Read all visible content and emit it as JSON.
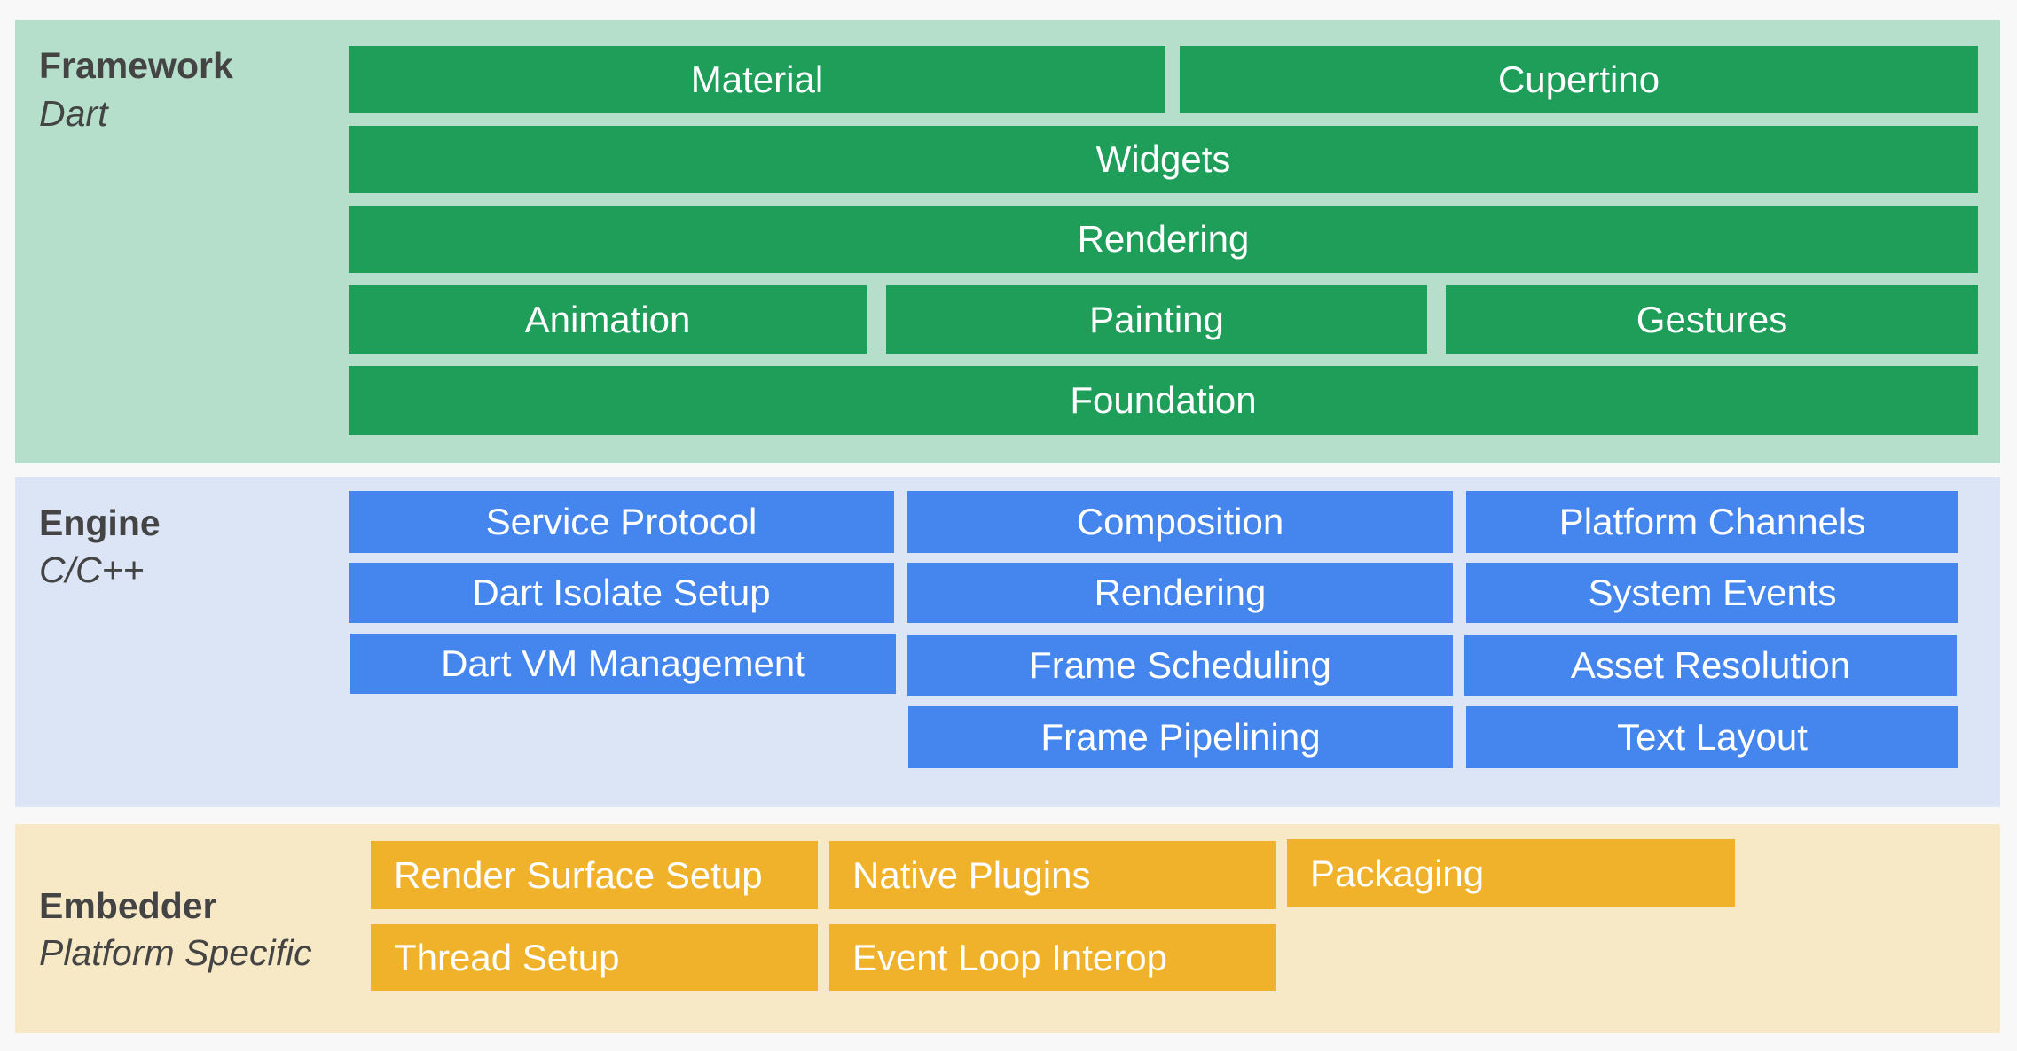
{
  "colors": {
    "framework_bg": "#b5dfca",
    "framework_box": "#1f9e5a",
    "engine_bg": "#dbe5f6",
    "engine_box": "#4486ee",
    "embedder_bg": "#f8e9c6",
    "embedder_box": "#f0b22a",
    "label_text": "#444444",
    "box_text": "#ffffff"
  },
  "framework": {
    "title": "Framework",
    "subtitle": "Dart",
    "boxes": [
      "Material",
      "Cupertino",
      "Widgets",
      "Rendering",
      "Animation",
      "Painting",
      "Gestures",
      "Foundation"
    ]
  },
  "engine": {
    "title": "Engine",
    "subtitle": "C/C++",
    "boxes": [
      "Service Protocol",
      "Composition",
      "Platform Channels",
      "Dart Isolate Setup",
      "Rendering",
      "System Events",
      "Dart VM Management",
      "Frame Scheduling",
      "Asset Resolution",
      "Frame Pipelining",
      "Text Layout"
    ]
  },
  "embedder": {
    "title": "Embedder",
    "subtitle": "Platform Specific",
    "boxes": [
      "Render Surface Setup",
      "Native Plugins",
      "Packaging",
      "Thread Setup",
      "Event Loop Interop"
    ]
  }
}
